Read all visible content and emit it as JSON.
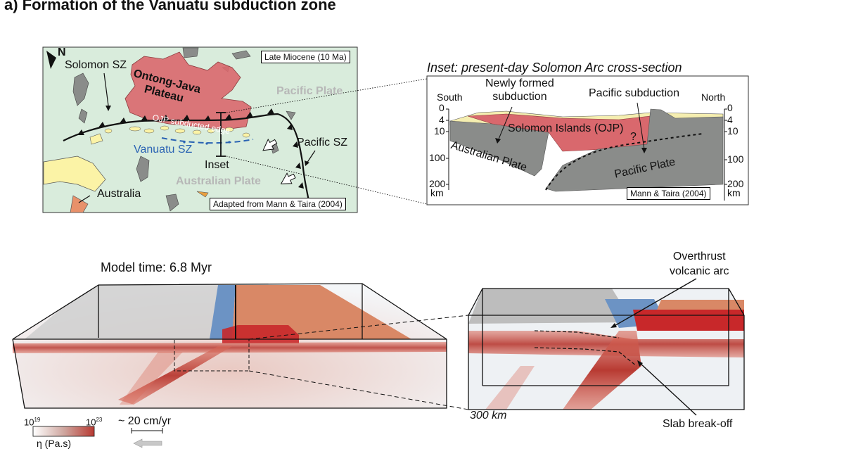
{
  "title": "a) Formation of the Vanuatu subduction zone",
  "map": {
    "north": "N",
    "time_box": "Late Miocene (10 Ma)",
    "solomon_sz": "Solomon SZ",
    "ontong_java": "Ontong-Java\nPlateau",
    "pacific_plate": "Pacific Plate",
    "ojp_edge": "OJP subducted edge",
    "vanuatu_sz": "Vanuatu SZ",
    "pacific_sz": "Pacific SZ",
    "inset": "Inset",
    "australian_plate": "Australian Plate",
    "australia": "Australia",
    "source": "Adapted from Mann & Taira (2004)",
    "colors": {
      "ocean": "#d9ecdc",
      "land": "#fbf3a6",
      "plateau": "#d9686d",
      "vanuatu": "#2a63b3",
      "australia_land": "#e8916a"
    }
  },
  "inset": {
    "title": "Inset: present-day Solomon Arc cross-section",
    "south": "South",
    "north": "North",
    "newly_formed": "Newly formed\nsubduction",
    "pacific_subduction": "Pacific subduction",
    "solomon_islands": "Solomon Islands (OJP)",
    "question": "?",
    "australian_plate": "Australian Plate",
    "pacific_plate": "Pacific Plate",
    "source": "Mann & Taira (2004)",
    "depth_ticks_left": [
      "0",
      "4",
      "10",
      "100",
      "200",
      "km"
    ],
    "depth_ticks_right": [
      "0",
      "4",
      "10",
      "100",
      "200",
      "km"
    ],
    "colors": {
      "ojp": "#d9686d",
      "plate": "#8a8c8a",
      "sediment": "#f5eeb0"
    }
  },
  "model": {
    "time": "Model time: 6.8 Myr",
    "overthrust": "Overthrust\nvolcanic arc",
    "slab_breakoff": "Slab break-off",
    "depth": "300 km",
    "colorbar_min": "10",
    "colorbar_min_exp": "19",
    "colorbar_max": "10",
    "colorbar_max_exp": "23",
    "colorbar_label": "η (Pa.s)",
    "velocity": "~ 20 cm/yr",
    "colors": {
      "low": "#ffffff",
      "high": "#b83a32",
      "blue": "#6c93c4",
      "orange": "#d98866",
      "grey": "#c9c9c9"
    }
  }
}
